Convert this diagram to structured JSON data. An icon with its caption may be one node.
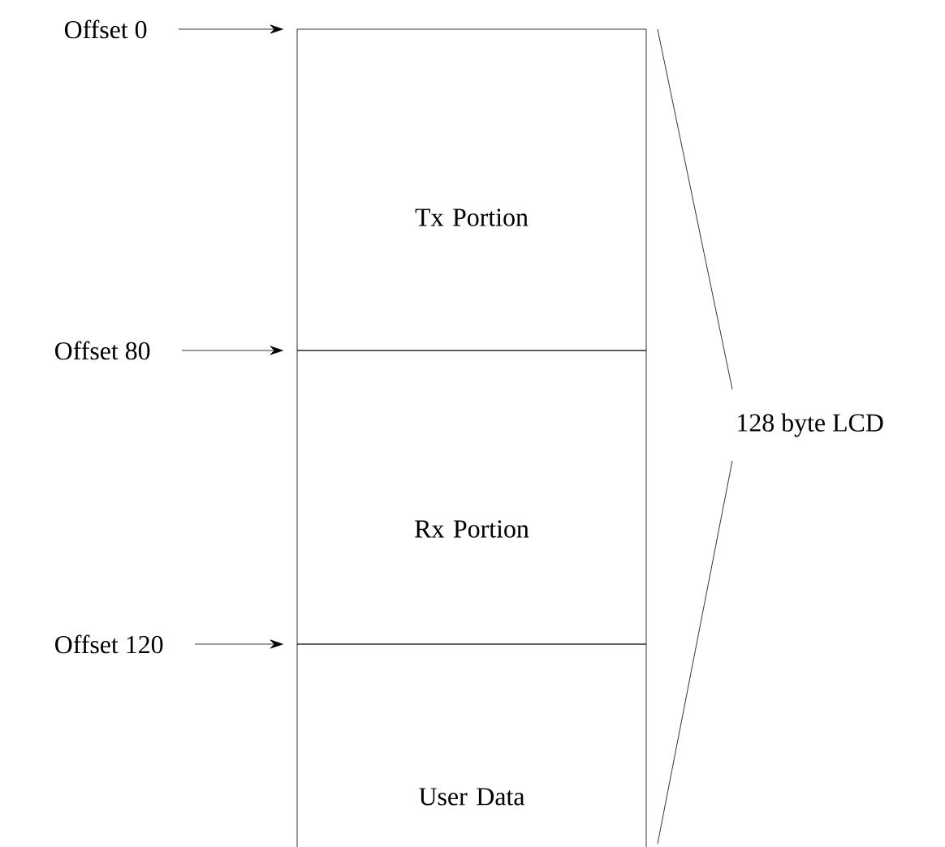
{
  "diagram": {
    "nodes": [
      {
        "text": [
          "Offset 0"
        ]
      },
      {
        "text": [
          "Tx Portion"
        ]
      },
      {
        "text": [
          "Offset 80"
        ]
      },
      {
        "text": [
          "Rx Portion"
        ]
      },
      {
        "text": [
          "Offset 120"
        ]
      },
      {
        "text": [
          "User Data"
        ]
      }
    ],
    "edges": [
      {
        "from": 0,
        "to": 1,
        "arrow": "to"
      },
      {
        "from": 2,
        "to": 3,
        "arrow": "to"
      },
      {
        "from": 4,
        "to": 5,
        "arrow": "to"
      }
    ],
    "labels": [
      "128 byte LCD"
    ]
  }
}
